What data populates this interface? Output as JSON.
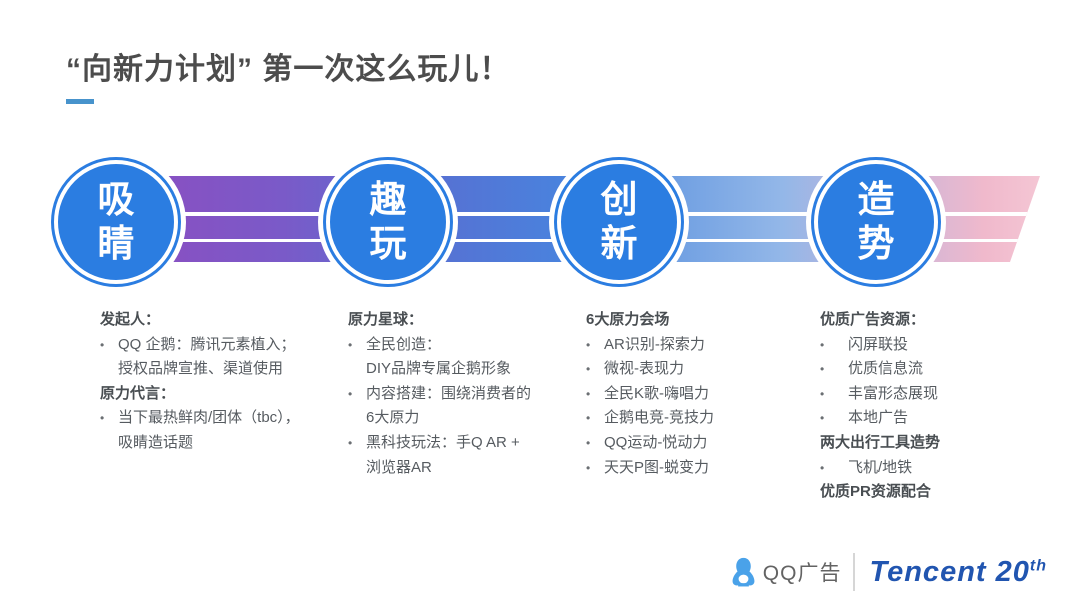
{
  "title": {
    "text": "“向新力计划” 第一次这么玩儿！"
  },
  "circles": [
    {
      "label": "吸睛"
    },
    {
      "label": "趣玩"
    },
    {
      "label": "创新"
    },
    {
      "label": "造势"
    }
  ],
  "columns": [
    {
      "items": [
        {
          "type": "heading",
          "text": "发起人："
        },
        {
          "type": "bullet",
          "text": "QQ 企鹅：腾讯元素植入；"
        },
        {
          "type": "cont",
          "text": "授权品牌宣推、渠道使用"
        },
        {
          "type": "heading",
          "text": "原力代言："
        },
        {
          "type": "bullet",
          "text": "当下最热鲜肉/团体（tbc），"
        },
        {
          "type": "cont",
          "text": "吸睛造话题"
        }
      ]
    },
    {
      "items": [
        {
          "type": "heading",
          "text": "原力星球："
        },
        {
          "type": "bullet",
          "text": "全民创造："
        },
        {
          "type": "cont",
          "text": "DIY品牌专属企鹅形象"
        },
        {
          "type": "bullet",
          "text": "内容搭建：围绕消费者的"
        },
        {
          "type": "cont",
          "text": "6大原力"
        },
        {
          "type": "bullet",
          "text": "黑科技玩法：手Q AR +"
        },
        {
          "type": "cont",
          "text": "浏览器AR"
        }
      ]
    },
    {
      "items": [
        {
          "type": "heading",
          "text": "6大原力会场"
        },
        {
          "type": "bullet",
          "text": "AR识别-探索力"
        },
        {
          "type": "bullet",
          "text": "微视-表现力"
        },
        {
          "type": "bullet",
          "text": "全民K歌-嗨唱力"
        },
        {
          "type": "bullet",
          "text": "企鹅电竞-竞技力"
        },
        {
          "type": "bullet",
          "text": "QQ运动-悦动力"
        },
        {
          "type": "bullet",
          "text": "天天P图-蜕变力"
        }
      ]
    },
    {
      "items": [
        {
          "type": "heading",
          "text": "优质广告资源："
        },
        {
          "type": "bullet",
          "text": "闪屏联投"
        },
        {
          "type": "bullet",
          "text": "优质信息流"
        },
        {
          "type": "bullet",
          "text": "丰富形态展现"
        },
        {
          "type": "bullet",
          "text": "本地广告"
        },
        {
          "type": "heading",
          "text": "两大出行工具造势"
        },
        {
          "type": "bullet",
          "text": "飞机/地铁"
        },
        {
          "type": "heading",
          "text": "优质PR资源配合"
        }
      ]
    }
  ],
  "footer": {
    "qq_label": "QQ广告",
    "brand": "Tencent 20",
    "brand_sup": "th",
    "penguin_icon": "qq-penguin-icon"
  },
  "colors": {
    "circle_blue": "#2b7de1",
    "title_text": "#4c4c4c",
    "accent_underline": "#4793cc",
    "band_gradient": [
      "#8d4dc0",
      "#5573d4",
      "#4a82dd",
      "#93b7e8",
      "#f0b9cc"
    ],
    "brand_blue": "#2155b0",
    "penguin_blue": "#4aa2e9"
  }
}
